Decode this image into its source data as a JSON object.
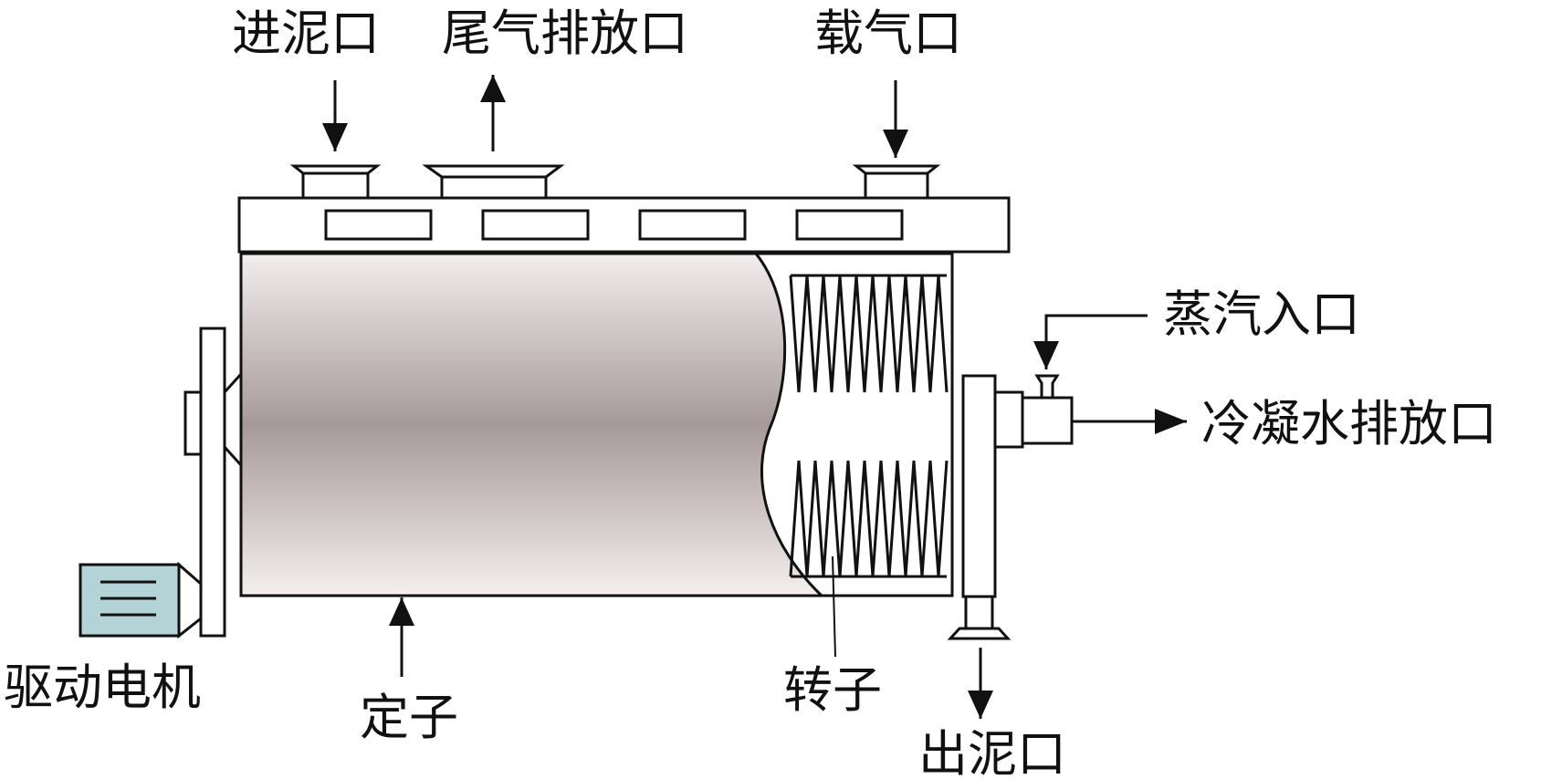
{
  "labels": {
    "sludge_inlet": "进泥口",
    "exhaust_outlet": "尾气排放口",
    "carrier_gas_inlet": "载气口",
    "steam_inlet": "蒸汽入口",
    "condensate_outlet": "冷凝水排放口",
    "drive_motor": "驱动电机",
    "stator": "定子",
    "rotor": "转子",
    "sludge_outlet": "出泥口"
  },
  "colors": {
    "line": "#111111",
    "stator_edge": "#f1eceb",
    "stator_mid": "#a79a99",
    "motor": "#b3d3d6",
    "background": "#ffffff"
  }
}
